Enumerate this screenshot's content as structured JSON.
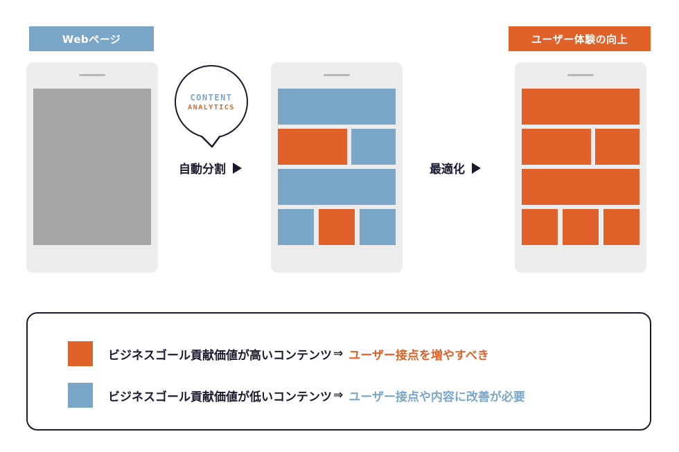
{
  "labels": {
    "webpage": "Webページ",
    "ux_improvement": "ユーザー体験の向上"
  },
  "bubble": {
    "line1": "CONTENT",
    "line2": "ANALYTICS"
  },
  "steps": {
    "auto_split": "自動分割",
    "optimize": "最適化"
  },
  "legend": [
    {
      "description": "ビジネスゴール貢献価値が高いコンテンツ",
      "arrow": "⇒",
      "action": "ユーザー接点を増やすべき",
      "color": "#e0612a"
    },
    {
      "description": "ビジネスゴール貢献価値が低いコンテンツ",
      "arrow": "⇒",
      "action": "ユーザー接点や内容に改善が必要",
      "color": "#7aa6c8"
    }
  ],
  "colors": {
    "blue": "#7aa6c8",
    "orange": "#e0612a",
    "gray": "#a6a6a6",
    "phone": "#ececec",
    "dark": "#1a1a2e"
  }
}
